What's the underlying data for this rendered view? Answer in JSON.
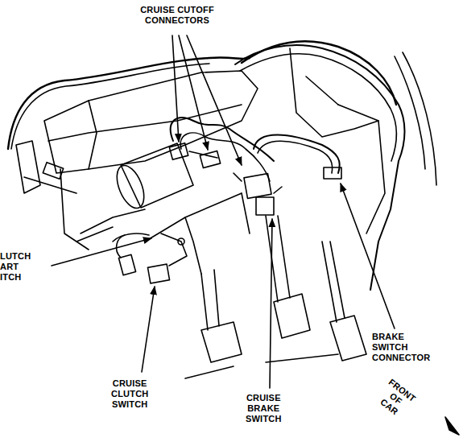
{
  "diagram": {
    "labels": [
      "CRUISE CUTOFF CONNECTORS",
      "LUTCH ART ITCH",
      "CRUISE CLUTCH SWITCH",
      "CRUISE BRAKE SWITCH",
      "BRAKE SWITCH CONNECTOR",
      "FRONT OF CAR"
    ]
  }
}
